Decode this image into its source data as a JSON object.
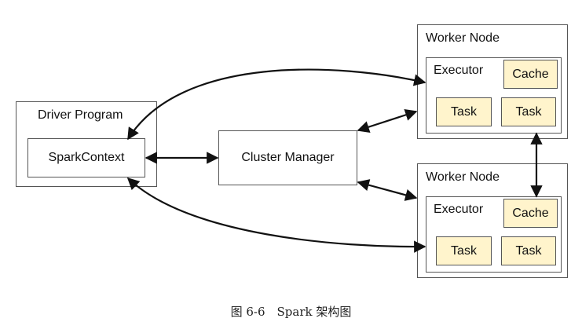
{
  "driver": {
    "title": "Driver Program",
    "spark_context": "SparkContext"
  },
  "cluster_manager": {
    "label": "Cluster Manager"
  },
  "workers": [
    {
      "title": "Worker Node",
      "executor": "Executor",
      "cache": "Cache",
      "tasks": [
        "Task",
        "Task"
      ]
    },
    {
      "title": "Worker Node",
      "executor": "Executor",
      "cache": "Cache",
      "tasks": [
        "Task",
        "Task"
      ]
    }
  ],
  "caption": "图 6-6　Spark 架构图",
  "colors": {
    "task_fill": "#fff4cc",
    "border": "#555555",
    "arrow": "#111111"
  }
}
